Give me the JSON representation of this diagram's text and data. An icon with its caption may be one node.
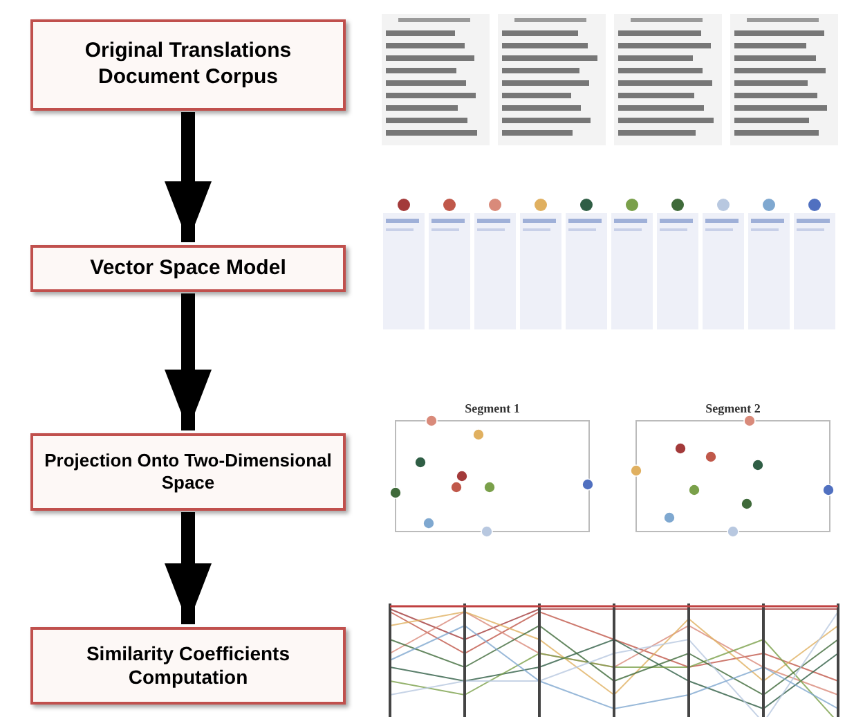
{
  "diagram": {
    "nodes": [
      {
        "text": [
          "Original Translations Document Corpus"
        ]
      },
      {
        "text": [
          "Vector Space  Model"
        ]
      },
      {
        "text": [
          "Projection Onto Two-Dimensional Space"
        ]
      },
      {
        "text": [
          "Similarity  Coefficients Computation"
        ]
      }
    ],
    "edges": [
      {
        "from": 0,
        "to": 1,
        "arrow": "to"
      },
      {
        "from": 1,
        "to": 2,
        "arrow": "to"
      },
      {
        "from": 2,
        "to": 3,
        "arrow": "to"
      }
    ],
    "labels": [
      "Segment 1",
      "Segment 2"
    ]
  }
}
